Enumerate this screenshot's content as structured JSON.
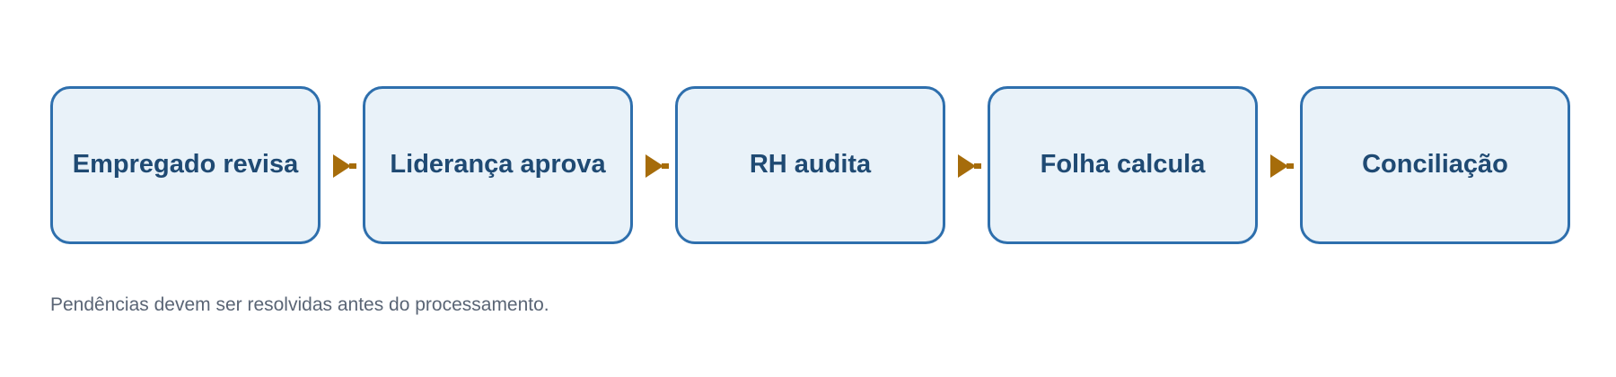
{
  "steps": [
    {
      "label": "Empregado revisa"
    },
    {
      "label": "Liderança aprova"
    },
    {
      "label": "RH audita"
    },
    {
      "label": "Folha calcula"
    },
    {
      "label": "Conciliação"
    }
  ],
  "note": "Pendências devem ser resolvidas antes do processamento.",
  "colors": {
    "box_border": "#2e6fad",
    "box_fill": "#e9f2f9",
    "box_text": "#1f4a73",
    "arrow": "#a66c0a",
    "note_text": "#5a6575"
  }
}
